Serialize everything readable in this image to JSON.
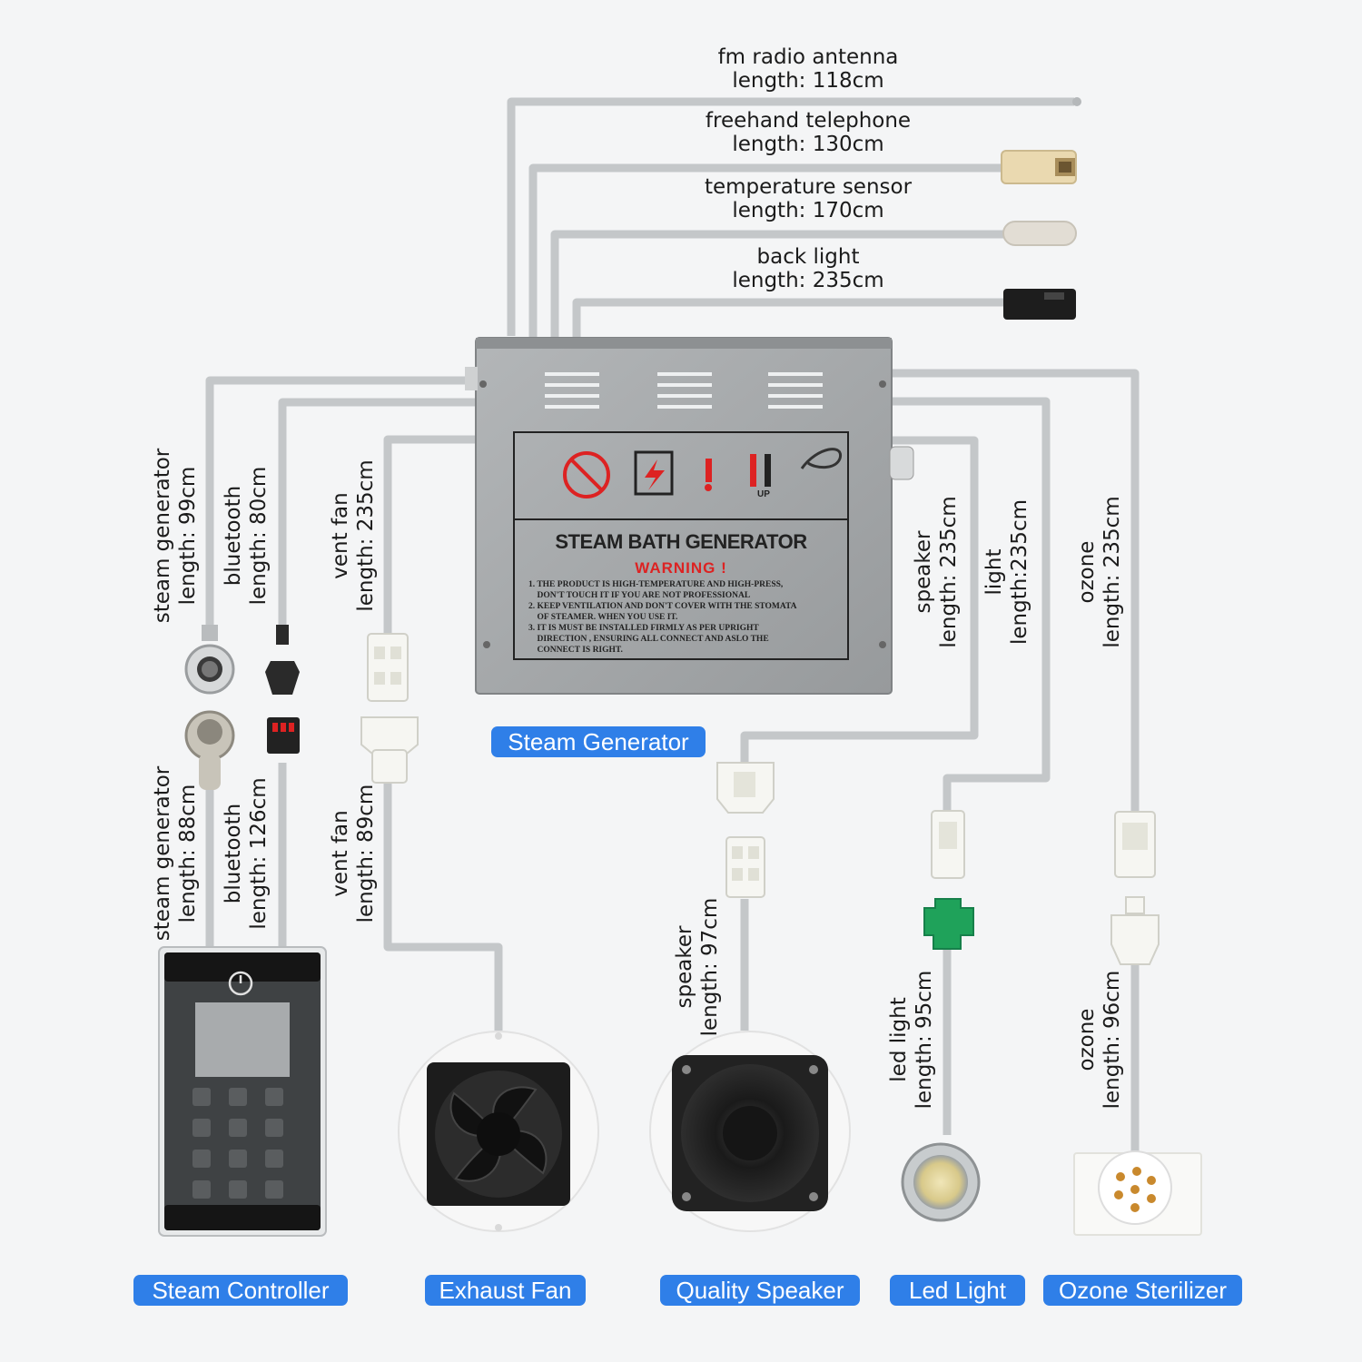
{
  "cables_top": [
    {
      "name": "fm radio antenna",
      "length": "length: 118cm"
    },
    {
      "name": "freehand telephone",
      "length": "length: 130cm"
    },
    {
      "name": "temperature sensor",
      "length": "length: 170cm"
    },
    {
      "name": "back light",
      "length": "length: 235cm"
    }
  ],
  "cables_left_upper": [
    {
      "name": "steam generator",
      "length": "length: 99cm"
    },
    {
      "name": "bluetooth",
      "length": "length: 80cm"
    },
    {
      "name": "vent fan",
      "length": "length: 235cm"
    }
  ],
  "cables_left_lower": [
    {
      "name": "steam generator",
      "length": "length: 88cm"
    },
    {
      "name": "bluetooth",
      "length": "length: 126cm"
    },
    {
      "name": "vent fan",
      "length": "length: 89cm"
    }
  ],
  "cables_right_upper": [
    {
      "name": "speaker",
      "length": "length: 235cm"
    },
    {
      "name": "light",
      "length": "length:235cm"
    },
    {
      "name": "ozone",
      "length": "length: 235cm"
    }
  ],
  "cables_right_lower": [
    {
      "name": "speaker",
      "length": "length: 97cm"
    },
    {
      "name": "led light",
      "length": "length: 95cm"
    },
    {
      "name": "ozone",
      "length": "length: 96cm"
    }
  ],
  "generator": {
    "title": "STEAM BATH GENERATOR",
    "warning_title": "WARNING !",
    "up_label": "UP",
    "warning_lines": [
      "1. THE PRODUCT IS HIGH-TEMPERATURE AND HIGH-PRESS,",
      "    DON'T TOUCH IT IF YOU ARE NOT PROFESSIONAL",
      "2. KEEP VENTILATION AND DON'T COVER WITH THE STOMATA",
      "    OF STEAMER. WHEN YOU USE IT.",
      "3. IT IS MUST BE INSTALLED FIRMLY AS PER UPRIGHT",
      "    DIRECTION , ENSURING ALL CONNECT AND ASLO THE",
      "    CONNECT IS RIGHT."
    ]
  },
  "components": {
    "generator": "Steam Generator",
    "controller": "Steam Controller",
    "fan": "Exhaust Fan",
    "speaker": "Quality Speaker",
    "led": "Led Light",
    "ozone": "Ozone Sterilizer"
  },
  "colors": {
    "pill": "#2f7fe8",
    "cable": "#bfc2c4",
    "generator_body": "#a2a5a7",
    "connector_green": "#1fa25a"
  }
}
